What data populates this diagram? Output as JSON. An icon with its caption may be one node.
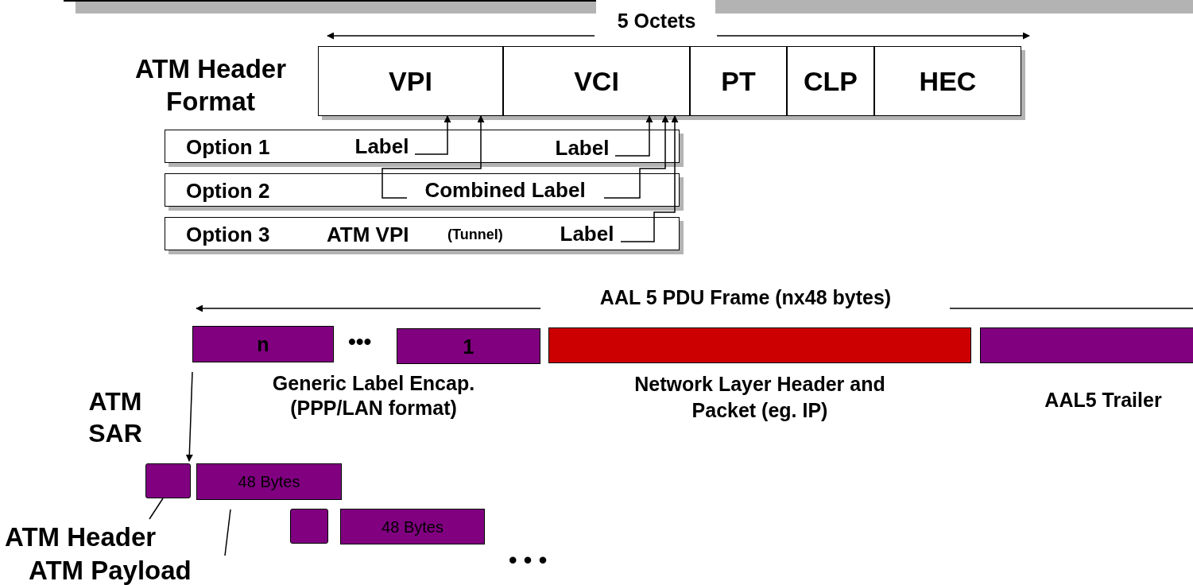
{
  "diagram": {
    "nodes": [
      {
        "text": [
          "VPI"
        ]
      },
      {
        "text": [
          "VCI"
        ]
      },
      {
        "text": [
          "PT"
        ]
      },
      {
        "text": [
          "CLP"
        ]
      },
      {
        "text": [
          "HEC"
        ]
      },
      {
        "text": [
          "Option 1"
        ]
      },
      {
        "text": [
          "Label"
        ],
        "in": 5
      },
      {
        "text": [
          "Label"
        ],
        "in": 5
      },
      {
        "text": [
          "Option 2"
        ]
      },
      {
        "text": [
          "Combined Label"
        ],
        "in": 8
      },
      {
        "text": [
          "Option 3",
          "ATM VPI",
          "(Tunnel)"
        ]
      },
      {
        "text": [
          "Label"
        ],
        "in": 10
      },
      {
        "text": [
          "n"
        ]
      },
      {
        "text": [
          "1"
        ]
      },
      {
        "text": [],
        "shape": "bar",
        "beside": [
          "Network Layer Header and Packet (eg. IP)"
        ]
      },
      {
        "text": [],
        "shape": "bar",
        "beside": [
          "AAL5 Trailer"
        ]
      },
      {
        "text": [],
        "shape": "box"
      },
      {
        "text": [
          "48 Bytes"
        ]
      },
      {
        "text": [],
        "shape": "box"
      },
      {
        "text": [
          "48 Bytes"
        ]
      },
      {
        "text": [
          "ATM Header"
        ]
      },
      {
        "text": [
          "ATM Payload"
        ]
      }
    ],
    "edges": [
      {
        "from": 12,
        "to": 16,
        "arrow": "to"
      },
      {
        "from": 20,
        "to": 16,
        "arrow": "none"
      },
      {
        "from": 21,
        "to": 17,
        "arrow": "none"
      },
      {
        "from": 6,
        "to": 0,
        "arrow": "to"
      },
      {
        "from": 7,
        "to": 1,
        "arrow": "to"
      },
      {
        "from": 9,
        "to": 0,
        "arrow": "to"
      },
      {
        "from": 9,
        "to": 1,
        "arrow": "to"
      },
      {
        "from": 11,
        "to": 1,
        "arrow": "to"
      }
    ],
    "labels": [
      "5 Octets",
      "ATM Header Format",
      "AAL 5 PDU Frame (nx48 bytes)",
      "•••",
      "Generic Label Encap. (PPP/LAN format)",
      "ATM SAR",
      "• • •"
    ]
  }
}
